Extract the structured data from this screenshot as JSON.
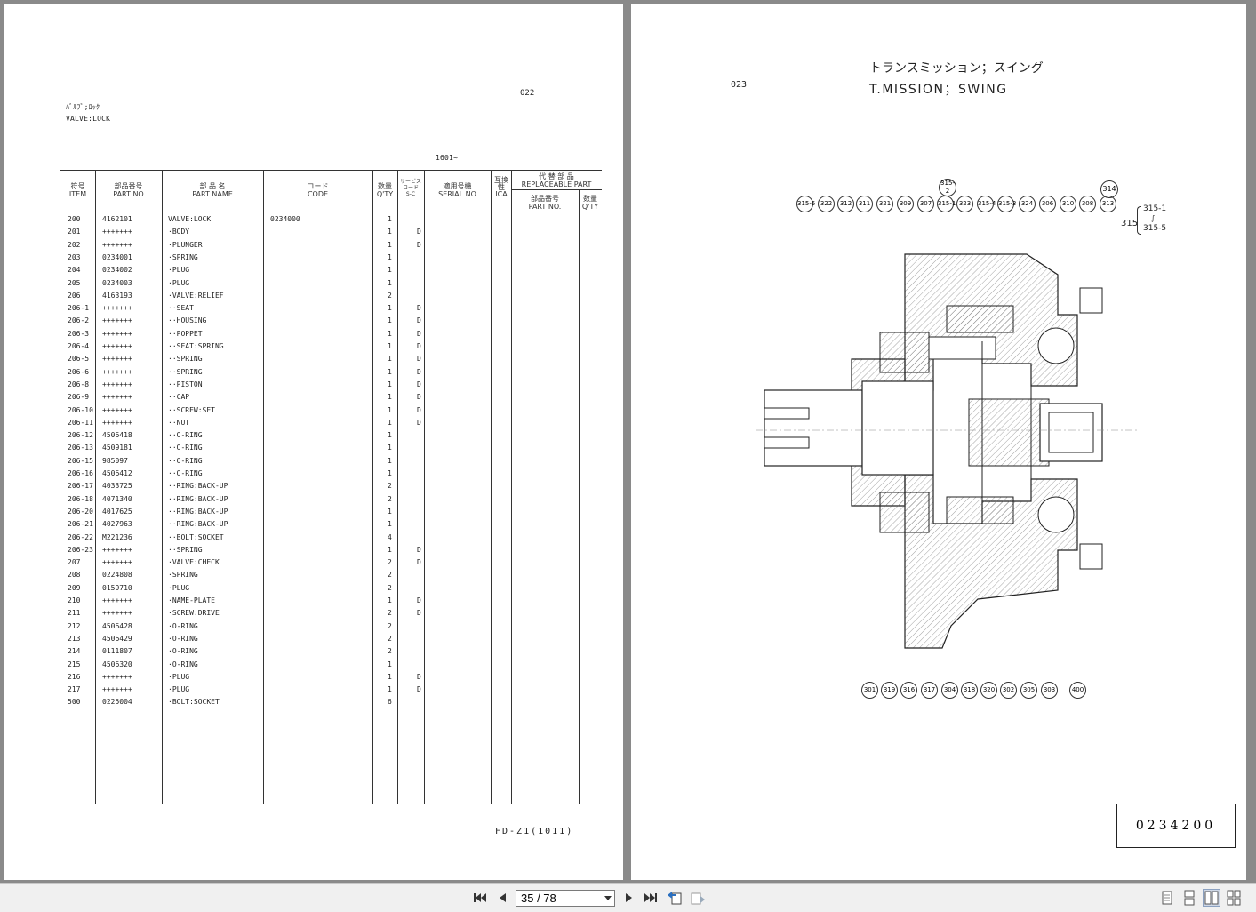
{
  "left_page": {
    "page_code": "022",
    "title_jp": "ﾊﾞﾙﾌﾞ;ﾛｯｸ",
    "title_en": "VALVE:LOCK",
    "serial_range": "1601~",
    "headers": {
      "item_jp": "符号",
      "item_en": "ITEM",
      "partno_jp": "部品番号",
      "partno_en": "PART NO",
      "partname_jp": "部 品 名",
      "partname_en": "PART NAME",
      "code_jp": "コード",
      "code_en": "CODE",
      "qty_jp": "数量",
      "qty_en": "Q'TY",
      "sc_jp": "サービス コード",
      "sc_en": "S-C",
      "serial_jp": "適用号機",
      "serial_en": "SERIAL NO",
      "ica_jp": "互換性",
      "ica_en": "ICA",
      "repl_jp": "代 替 部 品",
      "repl_en": "REPLACEABLE PART",
      "repl_partno_jp": "部品番号",
      "repl_partno_en": "PART NO.",
      "repl_qty_jp": "数量",
      "repl_qty_en": "Q'TY"
    },
    "rows": [
      {
        "item": "200",
        "part": "4162101",
        "name": "VALVE:LOCK",
        "code": "0234000",
        "qty": "1",
        "sc": ""
      },
      {
        "item": "201",
        "part": "+++++++",
        "name": "·BODY",
        "code": "",
        "qty": "1",
        "sc": "D"
      },
      {
        "item": "202",
        "part": "+++++++",
        "name": "·PLUNGER",
        "code": "",
        "qty": "1",
        "sc": "D"
      },
      {
        "item": "203",
        "part": "0234001",
        "name": "·SPRING",
        "code": "",
        "qty": "1",
        "sc": ""
      },
      {
        "item": "204",
        "part": "0234002",
        "name": "·PLUG",
        "code": "",
        "qty": "1",
        "sc": ""
      },
      {
        "item": "205",
        "part": "0234003",
        "name": "·PLUG",
        "code": "",
        "qty": "1",
        "sc": ""
      },
      {
        "item": "206",
        "part": "4163193",
        "name": "·VALVE:RELIEF",
        "code": "",
        "qty": "2",
        "sc": ""
      },
      {
        "item": "206-1",
        "part": "+++++++",
        "name": "··SEAT",
        "code": "",
        "qty": "1",
        "sc": "D"
      },
      {
        "item": "206-2",
        "part": "+++++++",
        "name": "··HOUSING",
        "code": "",
        "qty": "1",
        "sc": "D"
      },
      {
        "item": "206-3",
        "part": "+++++++",
        "name": "··POPPET",
        "code": "",
        "qty": "1",
        "sc": "D"
      },
      {
        "item": "206-4",
        "part": "+++++++",
        "name": "··SEAT:SPRING",
        "code": "",
        "qty": "1",
        "sc": "D"
      },
      {
        "item": "206-5",
        "part": "+++++++",
        "name": "··SPRING",
        "code": "",
        "qty": "1",
        "sc": "D"
      },
      {
        "item": "206-6",
        "part": "+++++++",
        "name": "··SPRING",
        "code": "",
        "qty": "1",
        "sc": "D"
      },
      {
        "item": "206-8",
        "part": "+++++++",
        "name": "··PISTON",
        "code": "",
        "qty": "1",
        "sc": "D"
      },
      {
        "item": "206-9",
        "part": "+++++++",
        "name": "··CAP",
        "code": "",
        "qty": "1",
        "sc": "D"
      },
      {
        "item": "206-10",
        "part": "+++++++",
        "name": "··SCREW:SET",
        "code": "",
        "qty": "1",
        "sc": "D"
      },
      {
        "item": "206-11",
        "part": "+++++++",
        "name": "··NUT",
        "code": "",
        "qty": "1",
        "sc": "D"
      },
      {
        "item": "206-12",
        "part": "4506418",
        "name": "··O-RING",
        "code": "",
        "qty": "1",
        "sc": ""
      },
      {
        "item": "206-13",
        "part": "4509181",
        "name": "··O-RING",
        "code": "",
        "qty": "1",
        "sc": ""
      },
      {
        "item": "206-15",
        "part": "985097",
        "name": "··O-RING",
        "code": "",
        "qty": "1",
        "sc": ""
      },
      {
        "item": "206-16",
        "part": "4506412",
        "name": "··O-RING",
        "code": "",
        "qty": "1",
        "sc": ""
      },
      {
        "item": "206-17",
        "part": "4033725",
        "name": "··RING:BACK-UP",
        "code": "",
        "qty": "2",
        "sc": ""
      },
      {
        "item": "206-18",
        "part": "4071340",
        "name": "··RING:BACK-UP",
        "code": "",
        "qty": "2",
        "sc": ""
      },
      {
        "item": "206-20",
        "part": "4017625",
        "name": "··RING:BACK-UP",
        "code": "",
        "qty": "1",
        "sc": ""
      },
      {
        "item": "206-21",
        "part": "4027963",
        "name": "··RING:BACK-UP",
        "code": "",
        "qty": "1",
        "sc": ""
      },
      {
        "item": "206-22",
        "part": "M221236",
        "name": "··BOLT:SOCKET",
        "code": "",
        "qty": "4",
        "sc": ""
      },
      {
        "item": "206-23",
        "part": "+++++++",
        "name": "··SPRING",
        "code": "",
        "qty": "1",
        "sc": "D"
      },
      {
        "item": "207",
        "part": "+++++++",
        "name": "·VALVE:CHECK",
        "code": "",
        "qty": "2",
        "sc": "D"
      },
      {
        "item": "208",
        "part": "0224808",
        "name": "·SPRING",
        "code": "",
        "qty": "2",
        "sc": ""
      },
      {
        "item": "209",
        "part": "0159710",
        "name": "·PLUG",
        "code": "",
        "qty": "2",
        "sc": ""
      },
      {
        "item": "210",
        "part": "+++++++",
        "name": "·NAME-PLATE",
        "code": "",
        "qty": "1",
        "sc": "D"
      },
      {
        "item": "211",
        "part": "+++++++",
        "name": "·SCREW:DRIVE",
        "code": "",
        "qty": "2",
        "sc": "D"
      },
      {
        "item": "212",
        "part": "4506428",
        "name": "·O-RING",
        "code": "",
        "qty": "2",
        "sc": ""
      },
      {
        "item": "213",
        "part": "4506429",
        "name": "·O-RING",
        "code": "",
        "qty": "2",
        "sc": ""
      },
      {
        "item": "214",
        "part": "0111807",
        "name": "·O-RING",
        "code": "",
        "qty": "2",
        "sc": ""
      },
      {
        "item": "215",
        "part": "4506320",
        "name": "·O-RING",
        "code": "",
        "qty": "1",
        "sc": ""
      },
      {
        "item": "216",
        "part": "+++++++",
        "name": "·PLUG",
        "code": "",
        "qty": "1",
        "sc": "D"
      },
      {
        "item": "217",
        "part": "+++++++",
        "name": "·PLUG",
        "code": "",
        "qty": "1",
        "sc": "D"
      },
      {
        "item": "500",
        "part": "0225004",
        "name": "·BOLT:SOCKET",
        "code": "",
        "qty": "6",
        "sc": ""
      }
    ],
    "footer_code": "FD-Z1(1011)"
  },
  "right_page": {
    "page_code": "023",
    "title_jp": "トランスミッション；スイング",
    "title_en": "T.MISSION；SWING",
    "callouts_top": [
      "315-5",
      "322",
      "312",
      "311",
      "321",
      "309",
      "307",
      "315-1",
      "323",
      "315-4",
      "315-3",
      "324",
      "306",
      "310",
      "308",
      "313"
    ],
    "callout_315_2": "315-2",
    "callout_314": "314",
    "callout_side_label": "315",
    "callout_side_range_top": "315-1",
    "callout_side_range_sep": "∫",
    "callout_side_range_bottom": "315-5",
    "callouts_bottom": [
      "301",
      "319",
      "316",
      "317",
      "304",
      "318",
      "320",
      "302",
      "305",
      "303",
      "400"
    ],
    "drawing_number": "0234200"
  },
  "toolbar": {
    "page_indicator": "35 / 78",
    "icons": {
      "first": "first-page-icon",
      "prev": "previous-page-icon",
      "next": "next-page-icon",
      "last": "last-page-icon",
      "back": "go-back-icon",
      "forward": "go-forward-icon",
      "single": "single-page-view-icon",
      "continuous": "continuous-view-icon",
      "facing": "facing-pages-view-icon",
      "facing_continuous": "facing-continuous-view-icon"
    }
  }
}
